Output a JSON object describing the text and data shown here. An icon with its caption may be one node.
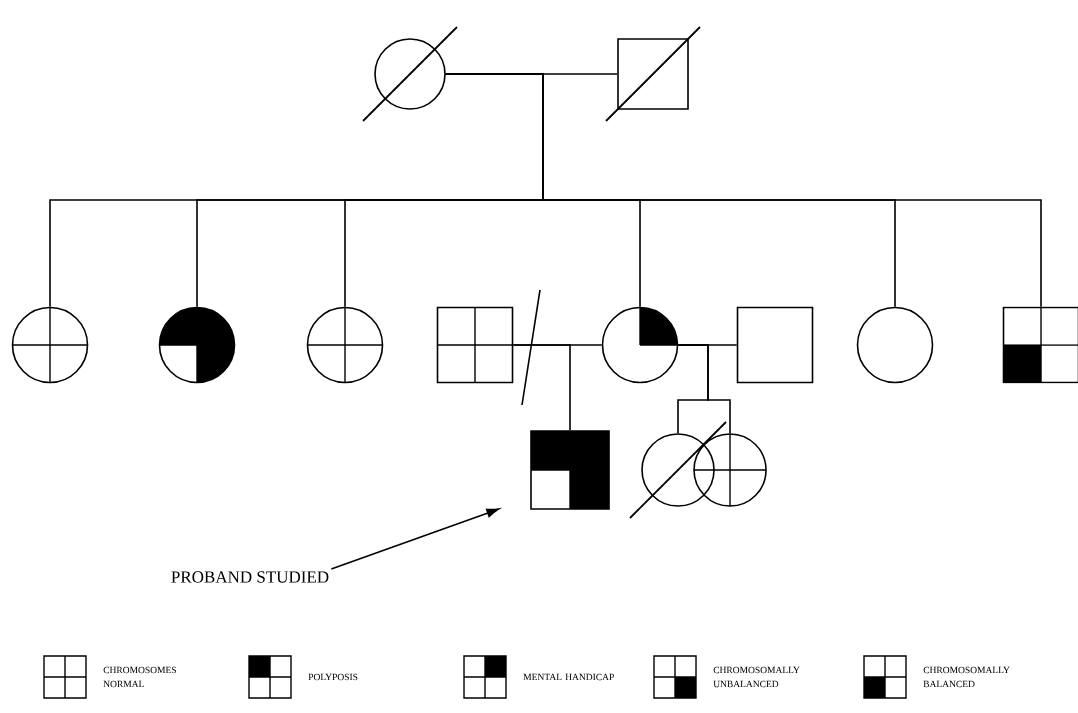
{
  "diagram": {
    "nodes": [
      {
        "text": [],
        "shape": "circle"
      },
      {
        "text": [],
        "shape": "box"
      },
      {
        "text": [],
        "shape": "circle"
      },
      {
        "text": [],
        "shape": "circle"
      },
      {
        "text": [],
        "shape": "circle"
      },
      {
        "text": [],
        "shape": "box"
      },
      {
        "text": [],
        "shape": "circle"
      },
      {
        "text": [],
        "shape": "box"
      },
      {
        "text": [],
        "shape": "circle"
      },
      {
        "text": [],
        "shape": "box"
      },
      {
        "text": [],
        "shape": "box"
      },
      {
        "text": [],
        "shape": "circle"
      },
      {
        "text": [],
        "shape": "circle"
      },
      {
        "text": [
          "PROBAND STUDIED"
        ]
      }
    ],
    "edges": [
      {
        "from": 0,
        "to": 1,
        "arrow": "none"
      },
      {
        "from": 0,
        "to": 2,
        "arrow": "none"
      },
      {
        "from": 0,
        "to": 3,
        "arrow": "none"
      },
      {
        "from": 0,
        "to": 4,
        "arrow": "none"
      },
      {
        "from": 0,
        "to": 6,
        "arrow": "none"
      },
      {
        "from": 0,
        "to": 8,
        "arrow": "none"
      },
      {
        "from": 0,
        "to": 9,
        "arrow": "none"
      },
      {
        "from": 5,
        "to": 6,
        "arrow": "none"
      },
      {
        "from": 6,
        "to": 7,
        "arrow": "none"
      },
      {
        "from": 5,
        "to": 10,
        "arrow": "none"
      },
      {
        "from": 6,
        "to": 11,
        "arrow": "none"
      },
      {
        "from": 6,
        "to": 12,
        "arrow": "none"
      },
      {
        "from": 13,
        "to": 10,
        "arrow": "to"
      }
    ],
    "legend": [
      {
        "text": "CHROMOSOMES NORMAL"
      },
      {
        "text": "POLYPOSIS"
      },
      {
        "text": "MENTAL HANDICAP"
      },
      {
        "text": "CHROMOSOMALLY UNBALANCED"
      },
      {
        "text": "CHROMOSOMALLY BALANCED"
      }
    ]
  }
}
